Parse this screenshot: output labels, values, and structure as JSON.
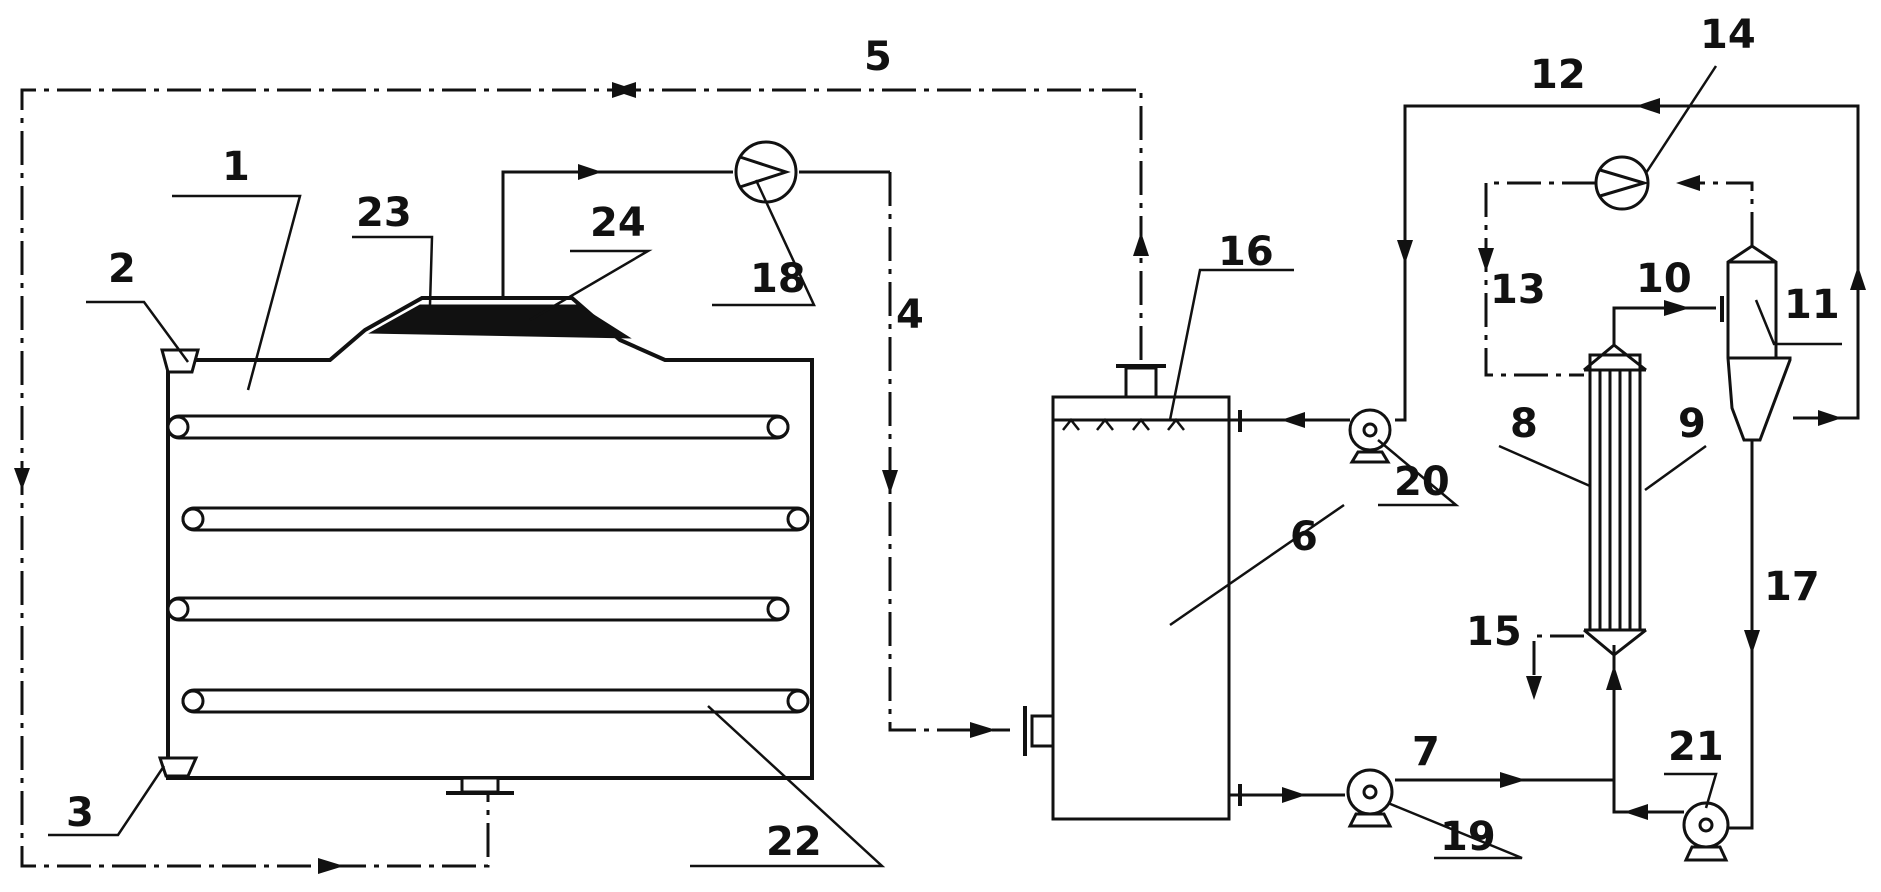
{
  "labels": {
    "n1": "1",
    "n2": "2",
    "n3": "3",
    "n4": "4",
    "n5": "5",
    "n6": "6",
    "n7": "7",
    "n8": "8",
    "n9": "9",
    "n10": "10",
    "n11": "11",
    "n12": "12",
    "n13": "13",
    "n14": "14",
    "n15": "15",
    "n16": "16",
    "n17": "17",
    "n18": "18",
    "n19": "19",
    "n20": "20",
    "n21": "21",
    "n22": "22",
    "n23": "23",
    "n24": "24"
  },
  "colors": {
    "ink": "#111111",
    "background": "#ffffff"
  },
  "icons": [
    "pump-icon",
    "compressor-icon",
    "flow-arrow-icon"
  ]
}
